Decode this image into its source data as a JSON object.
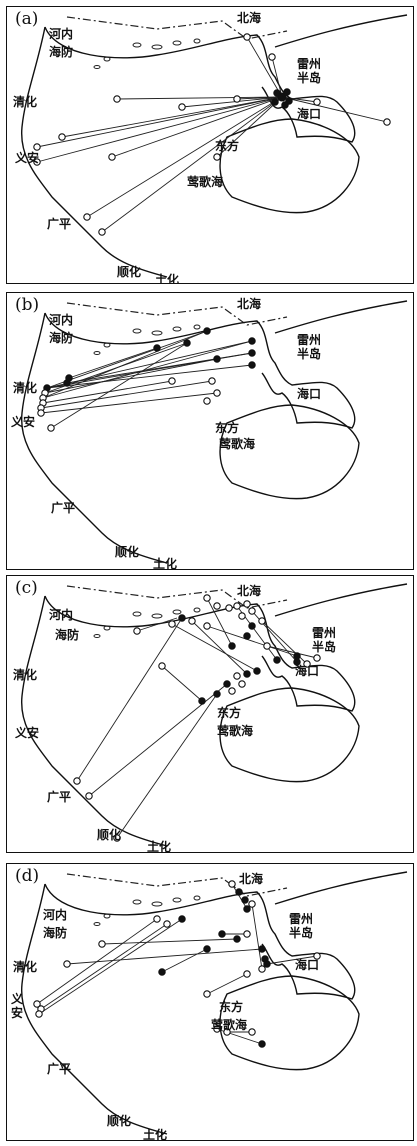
{
  "panels": [
    {
      "label": "(a)",
      "places": {
        "hanoi": "河内",
        "haiphong": "海防",
        "beihai": "北海",
        "leizhou": "雷州半岛",
        "qinghua": "清化",
        "haikou": "海口",
        "yian": "义安",
        "dongfang": "东方",
        "yingge": "莺歌海",
        "guangping": "广平",
        "shunhua": "顺化",
        "tuhua": "土化"
      }
    },
    {
      "label": "(b)",
      "places": {
        "hanoi": "河内",
        "haiphong": "海防",
        "beihai": "北海",
        "leizhou": "雷州半岛",
        "qinghua": "清化",
        "haikou": "海口",
        "yian": "义安",
        "dongfang": "东方",
        "yingge": "莺歌海",
        "guangping": "广平",
        "shunhua": "顺化",
        "tuhua": "土化"
      }
    },
    {
      "label": "(c)",
      "places": {
        "hanoi": "河内",
        "haiphong": "海防",
        "beihai": "北海",
        "leizhou": "雷州半岛",
        "qinghua": "清化",
        "haikou": "海口",
        "yian": "义安",
        "dongfang": "东方",
        "yingge": "莺歌海",
        "guangping": "广平",
        "shunhua": "顺化",
        "tuhua": "土化"
      }
    },
    {
      "label": "(d)",
      "places": {
        "hanoi": "河内",
        "haiphong": "海防",
        "beihai": "北海",
        "leizhou": "雷州半岛",
        "qinghua": "清化",
        "haikou": "海口",
        "yian": "义安",
        "dongfang": "东方",
        "yingge": "莺歌海",
        "guangping": "广平",
        "shunhua": "顺化",
        "tuhua": "土化"
      }
    }
  ]
}
